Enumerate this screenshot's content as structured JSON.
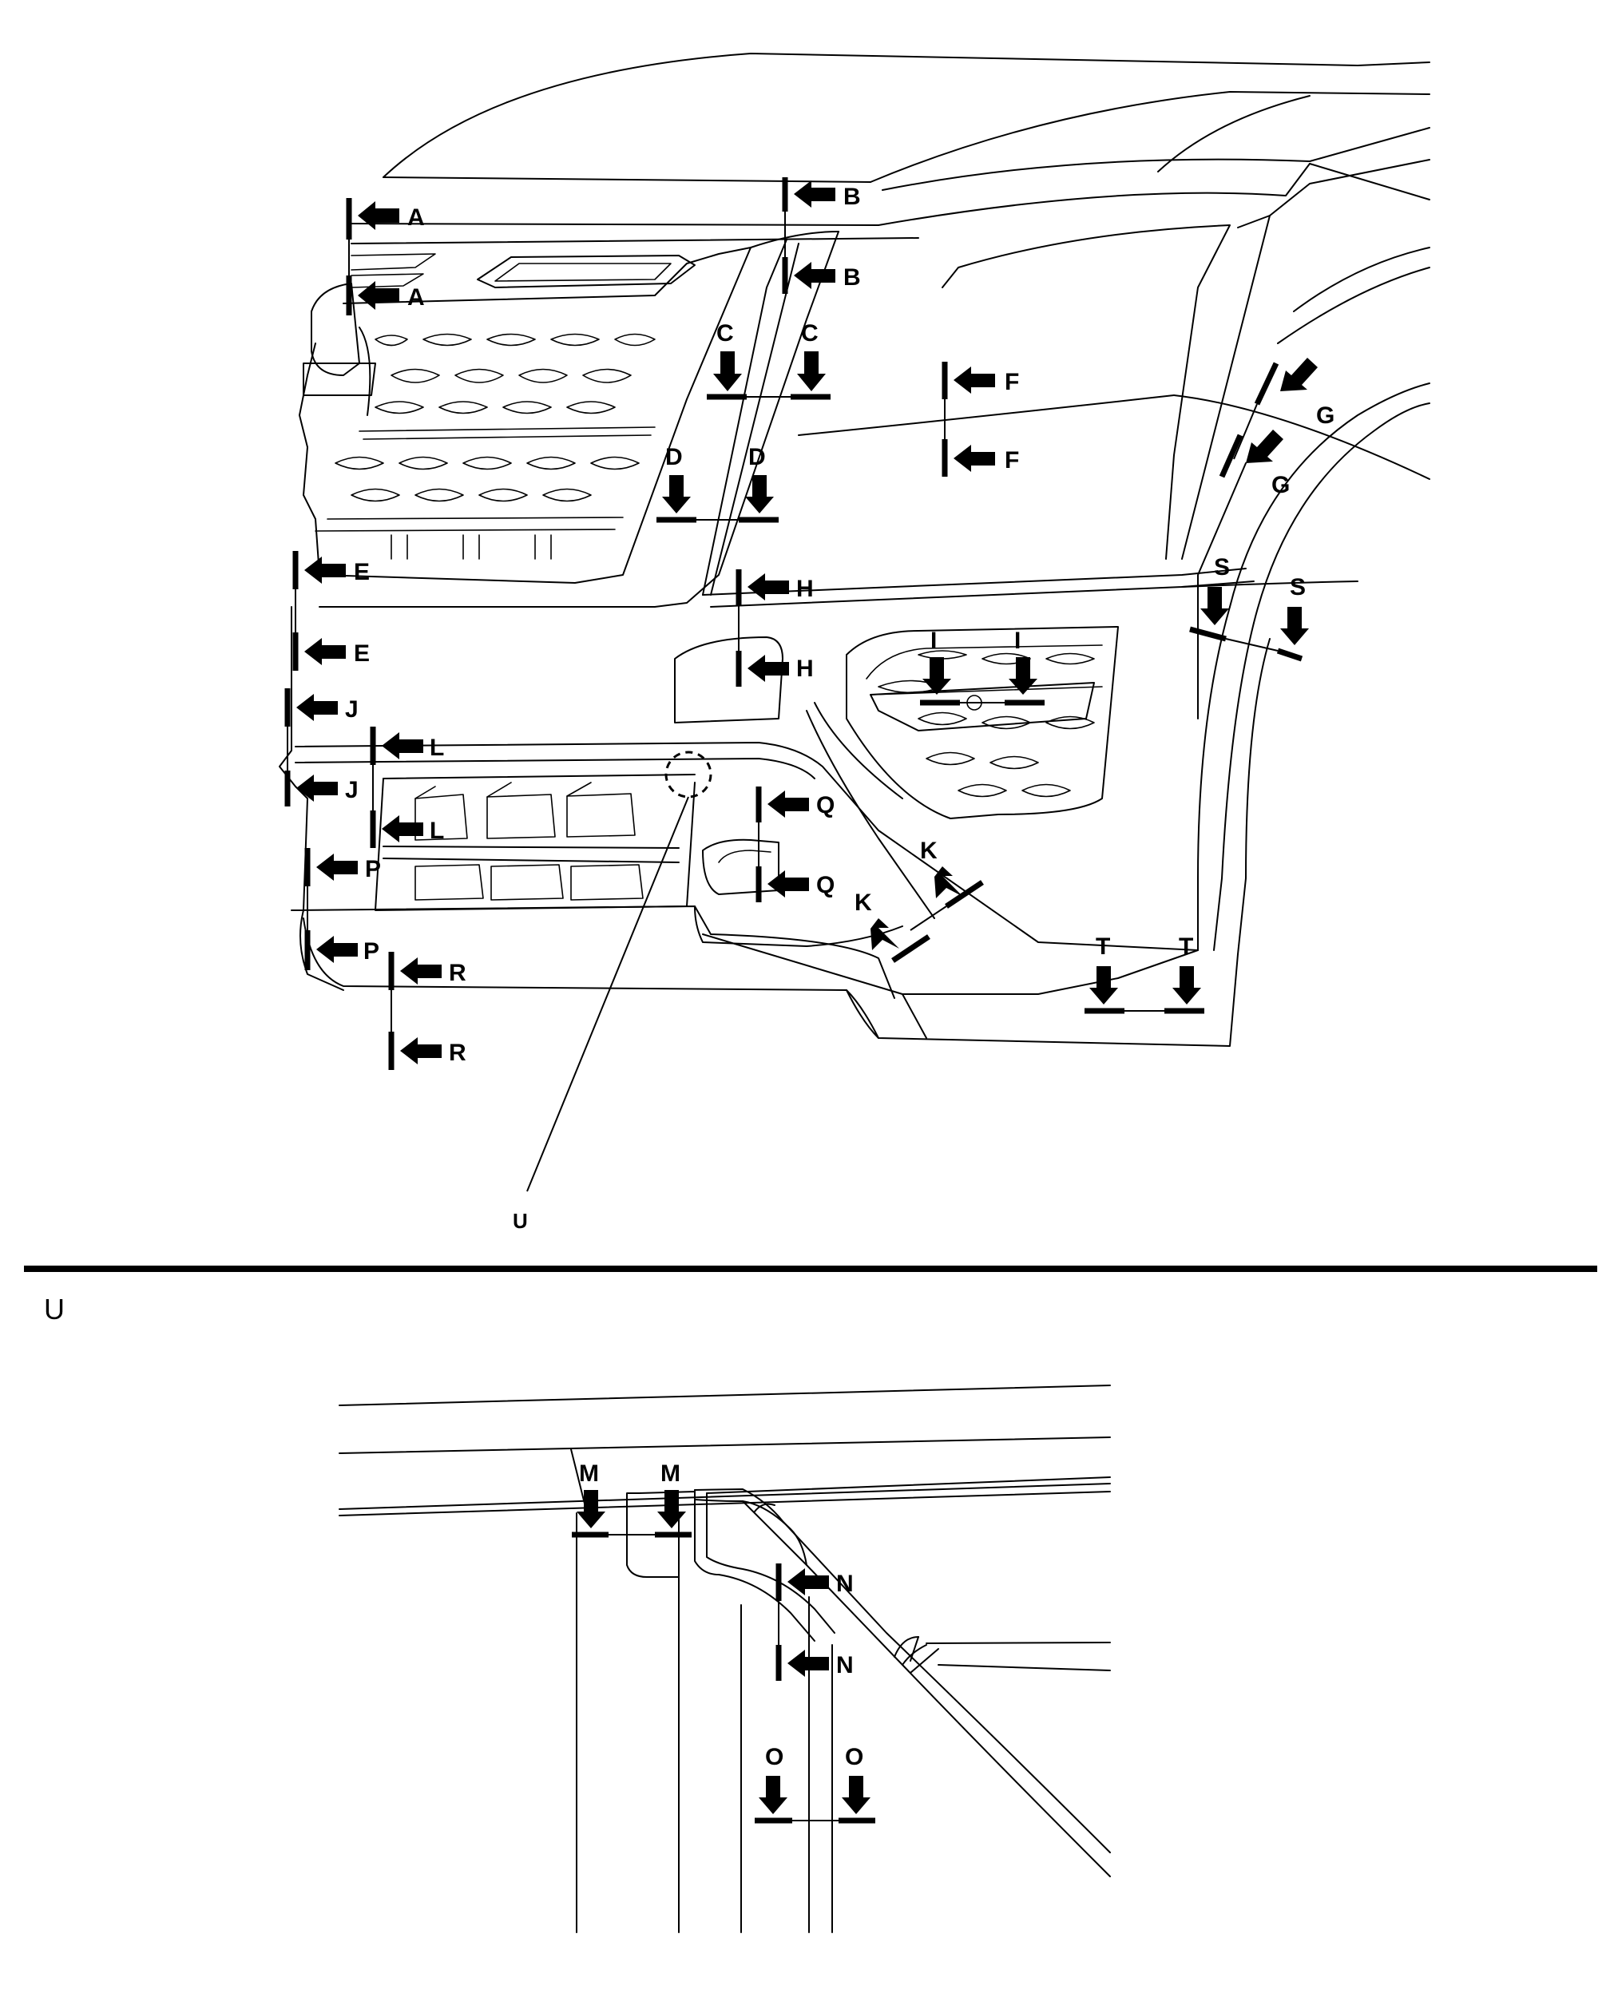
{
  "detail_view": {
    "title": "U"
  },
  "pointer": {
    "label": "U"
  },
  "section_labels": {
    "A": "A",
    "B": "B",
    "C": "C",
    "D": "D",
    "E": "E",
    "F": "F",
    "G": "G",
    "H": "H",
    "I": "I",
    "J": "J",
    "K": "K",
    "L": "L",
    "M": "M",
    "N": "N",
    "O": "O",
    "P": "P",
    "Q": "Q",
    "R": "R",
    "S": "S",
    "T": "T"
  }
}
